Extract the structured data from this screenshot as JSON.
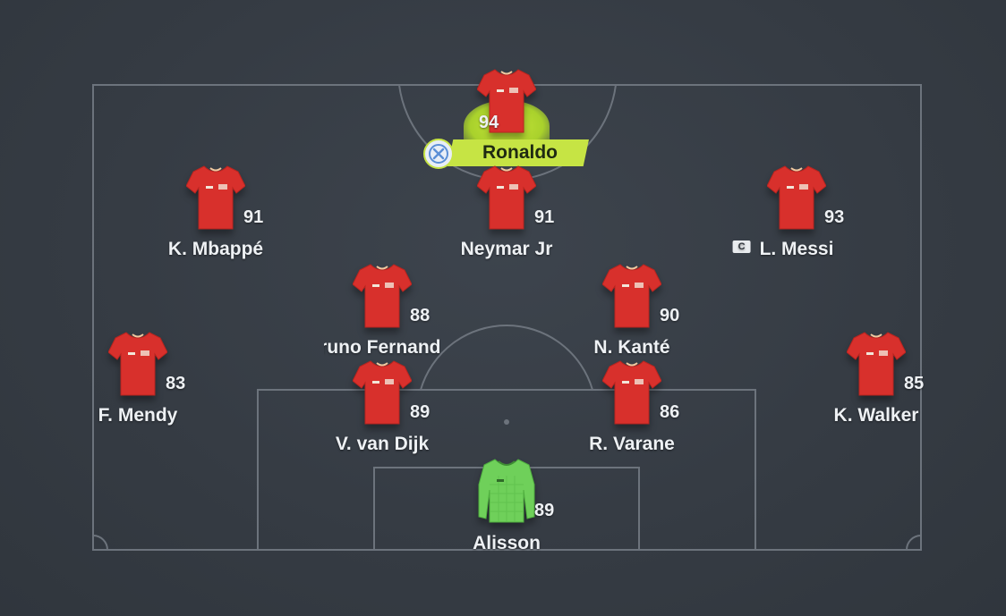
{
  "colors": {
    "background": "#353b43",
    "pitch_lines": "#6c737c",
    "kit_outfield": "#d8302c",
    "kit_goalkeeper": "#6fd05a",
    "selection_highlight": "#c6e444"
  },
  "selected_player": {
    "name": "Ronaldo",
    "rating": "94",
    "remove_icon": "close-icon"
  },
  "players": {
    "lw": {
      "name": "K. Mbappé",
      "rating": "91"
    },
    "cam": {
      "name": "Neymar Jr",
      "rating": "91"
    },
    "rw": {
      "name": "L. Messi",
      "rating": "93",
      "captain_badge": "C"
    },
    "lcm": {
      "name": "Bruno Fernandes",
      "rating": "88"
    },
    "rcm": {
      "name": "N. Kanté",
      "rating": "90"
    },
    "lb": {
      "name": "F. Mendy",
      "rating": "83"
    },
    "lcb": {
      "name": "V. van Dijk",
      "rating": "89"
    },
    "rcb": {
      "name": "R. Varane",
      "rating": "86"
    },
    "rb": {
      "name": "K. Walker",
      "rating": "85"
    },
    "gk": {
      "name": "Alisson",
      "rating": "89"
    }
  }
}
